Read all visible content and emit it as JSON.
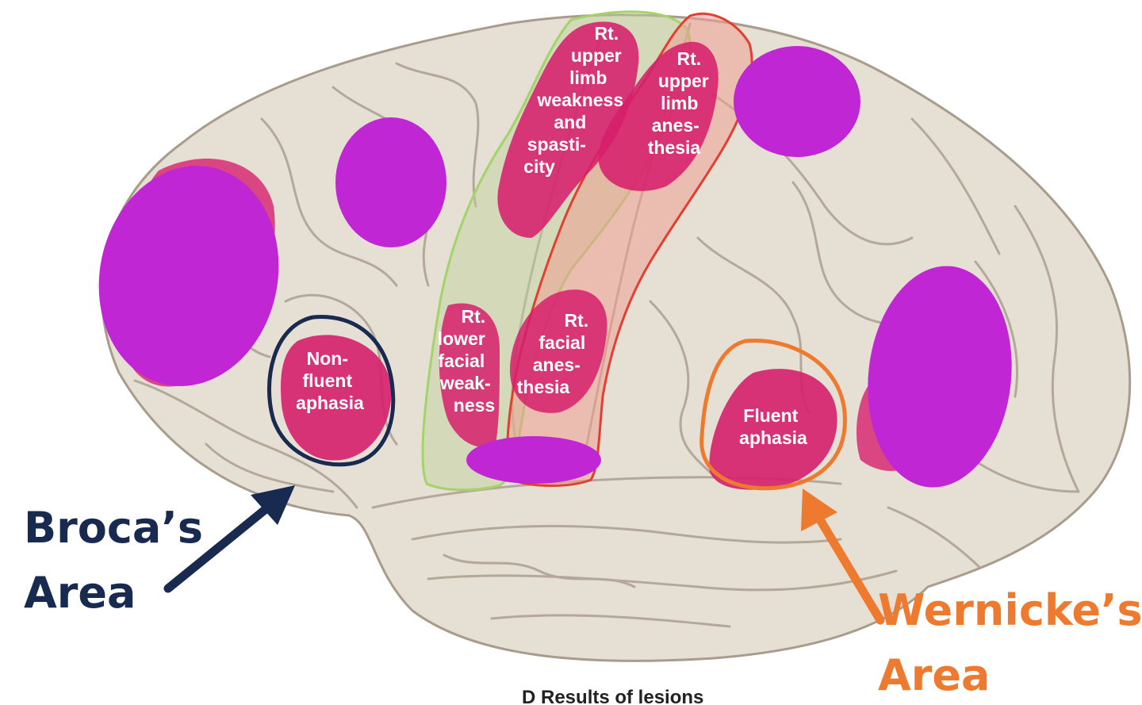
{
  "colors": {
    "cortex": "#e6dfd4",
    "cortex_shadow": "#b3a898",
    "lesion": "#d61f6c",
    "overlay": "#c026d3",
    "motor_strip": "#bcd39a",
    "sensory_strip": "#ef9f92",
    "broca": "#182a4f",
    "wernicke": "#ee7a30"
  },
  "lesions": {
    "upper_limb_weakness": [
      "Rt.",
      "upper",
      "limb",
      "weakness",
      "and",
      "spasti-",
      "city"
    ],
    "upper_limb_anesthesia": [
      "Rt.",
      "upper",
      "limb",
      "anes-",
      "thesia"
    ],
    "lower_facial_weakness": [
      "Rt.",
      "lower",
      "facial",
      "weak-",
      "ness"
    ],
    "facial_anesthesia": [
      "Rt.",
      "facial",
      "anes-",
      "thesia"
    ],
    "nonfluent_aphasia": [
      "Non-",
      "fluent",
      "aphasia"
    ],
    "fluent_aphasia": [
      "Fluent",
      "aphasia"
    ]
  },
  "labels": {
    "broca_line1": "Broca’s",
    "broca_line2": "Area",
    "wernicke_line1": "Wernicke’s",
    "wernicke_line2": "Area"
  },
  "caption": "D  Results of lesions"
}
